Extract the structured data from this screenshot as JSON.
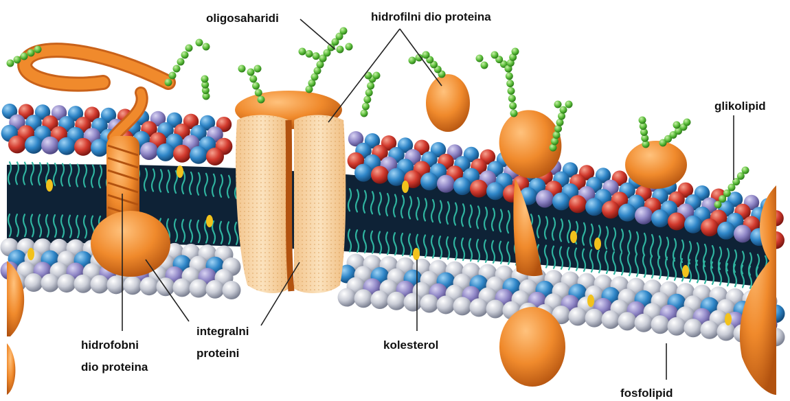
{
  "labels": {
    "oligosaharidi": "oligosaharidi",
    "hidrofilni": "hidrofilni dio proteina",
    "glikolipid": "glikolipid",
    "hidrofobni_1": "hidrofobni",
    "hidrofobni_2": "dio proteina",
    "integralni_1": "integralni",
    "integralni_2": "proteini",
    "kolesterol": "kolesterol",
    "fosfolipid": "fosfolipid"
  },
  "colors": {
    "head_blue": "#2f86c8",
    "head_red": "#d23a2e",
    "head_purple": "#8f86c6",
    "head_gray": "#c9ccd6",
    "core": "#0e2236",
    "tail": "#2fb39f",
    "protein": "#f08a2c",
    "protein_dark": "#c9621a",
    "channel": "#f9d6a6",
    "sugar": "#5bbd3a",
    "cholesterol": "#f2c21c"
  },
  "icons": [
    "phospholipid-head-icon",
    "oligosaccharide-chain-icon",
    "cholesterol-icon",
    "protein-icon"
  ]
}
